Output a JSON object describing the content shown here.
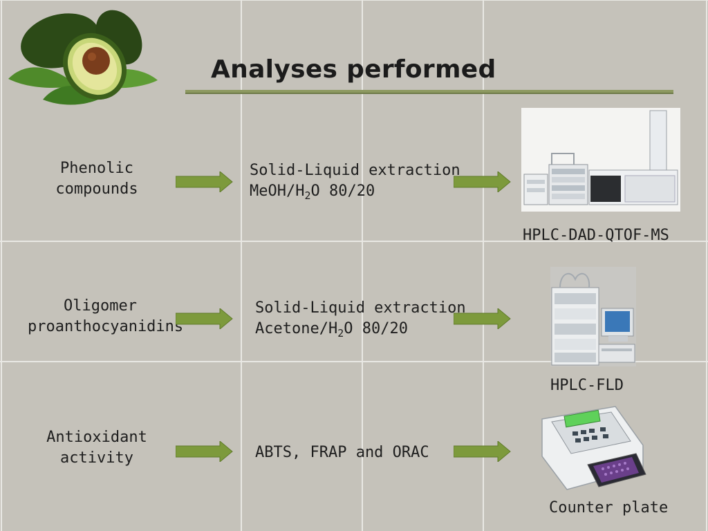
{
  "title": "Analyses performed",
  "colors": {
    "background": "#c5c2ba",
    "arrow": "#7d9a3c",
    "grid_line": "#e9e8e4",
    "title_rule": "#8d9961"
  },
  "rows": [
    {
      "analyte_line1": "Phenolic",
      "analyte_line2": "compounds",
      "method_line1": "Solid-Liquid extraction",
      "method_line2_prefix": "MeOH/H",
      "method_line2_sub": "2",
      "method_line2_suffix": "O 80/20",
      "instrument": "HPLC-DAD-QTOF-MS",
      "instrument_icon": "hplc-qtof-ms-icon"
    },
    {
      "analyte_line1": "Oligomer",
      "analyte_line2": "proanthocyanidins",
      "method_line1": "Solid-Liquid extraction",
      "method_line2_prefix": "Acetone/H",
      "method_line2_sub": "2",
      "method_line2_suffix": "O 80/20",
      "instrument": "HPLC-FLD",
      "instrument_icon": "hplc-fld-icon"
    },
    {
      "analyte_line1": "Antioxidant",
      "analyte_line2": "activity",
      "method_line1": "ABTS, FRAP and ORAC",
      "instrument": "Counter plate",
      "instrument_icon": "plate-reader-icon"
    }
  ],
  "decor_icon": "avocado-icon"
}
